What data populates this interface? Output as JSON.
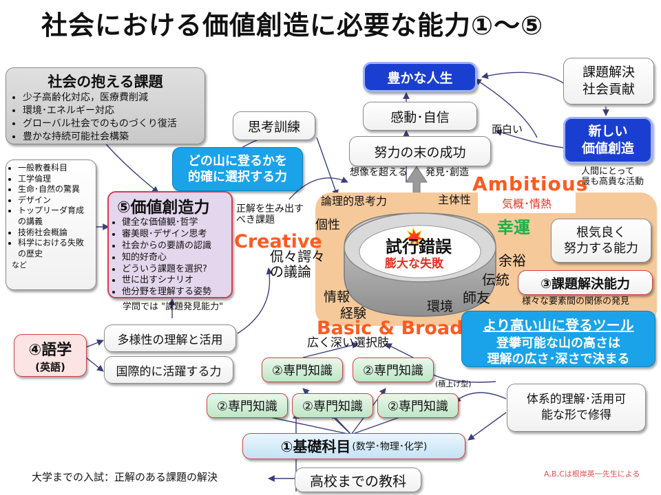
{
  "title": "社会における価値創造に必要な能力①～⑤",
  "society": {
    "heading": "社会の抱える課題",
    "items": [
      "少子高齢化対応，医療費削減",
      "環境･エネルギー対応",
      "グローバル社会でのものづくり復活",
      "豊かな持続可能社会構築"
    ]
  },
  "courses": {
    "items": [
      "一般教養科目",
      "工学倫理",
      "生命･自然の驚異",
      "デザイン",
      "トップリーダ育成の講義",
      "技術社会概論",
      "科学における失敗の歴史"
    ],
    "etc": "など"
  },
  "thinking_training": "思考訓練",
  "mountain_choice": "どの山に登るかを\n的確に選択する力",
  "value_creation": {
    "heading": "⑤価値創造力",
    "items": [
      "健全な価値観･哲学",
      "審美眼･デザイン思考",
      "社会からの要請の認識",
      "知的好奇心",
      "どういう課題を選択?",
      "世に出すシナリオ",
      "他分野を理解する姿勢"
    ]
  },
  "creation_note": "正解を生み出す\nべき課題",
  "discovery_label": "学問では \"課題発見能力\"",
  "rich_life": "豊かな人生",
  "emotion": "感動･自信",
  "effort_success": "努力の末の成功",
  "interesting": "面白い",
  "beyond_imagination": "想像を超える",
  "discovery_creation": "発見･創造",
  "solve_contribute": "課題解決\n社会貢献",
  "new_value": "新しい\n価値創造",
  "noble_activity": "人間にとって\n最も高貴な活動",
  "ambitious": "Ambitious",
  "spirit": "気概･情熱",
  "luck": "幸運",
  "perseverance": "根気良く\n努力する能力",
  "problem_solving": "③課題解決能力",
  "relation_discovery": "様々な要素間の関係の発見",
  "creative": "Creative",
  "basic_broad": "Basic & Broad",
  "wide_choice": "広く深い選択肢",
  "bowl": {
    "logical": "論理的思考力",
    "initiative": "主体性",
    "personality": "個性",
    "debate": "侃々諤々\nの議論",
    "trial": "試行錯誤",
    "failures": "膨大な失敗",
    "margin": "余裕",
    "tradition": "伝統",
    "mentor": "師友",
    "environment": "環境",
    "information": "情報",
    "experience": "経験"
  },
  "higher_tool": {
    "title": "より高い山に登るツール",
    "body": "登攀可能な山の高さは\n理解の広さ･深さで決まる"
  },
  "language": {
    "label": "④語学",
    "sub": "(英語)"
  },
  "diversity": "多様性の理解と活用",
  "international": "国際的に活躍する力",
  "expertise_label": "②専門知識",
  "stacked": "(積上げ型)",
  "systematic": "体系的理解･活用可\n能な形で修得",
  "basic_subjects": {
    "label": "①基礎科目",
    "sub": "(数学･物理･化学)"
  },
  "entrance_exam": "大学までの入試：正解のある課題の解決",
  "high_school": "高校までの教科",
  "credit": "A,B,Cは根岸英一先生による",
  "colors": {
    "blue": "#1a3fd0",
    "cyan": "#1aa3e8",
    "orange_text": "#ff5a1f",
    "green_text": "#18b04a",
    "bowl_fill": "#f6c99a",
    "value_fill": "#e4d6ec"
  }
}
